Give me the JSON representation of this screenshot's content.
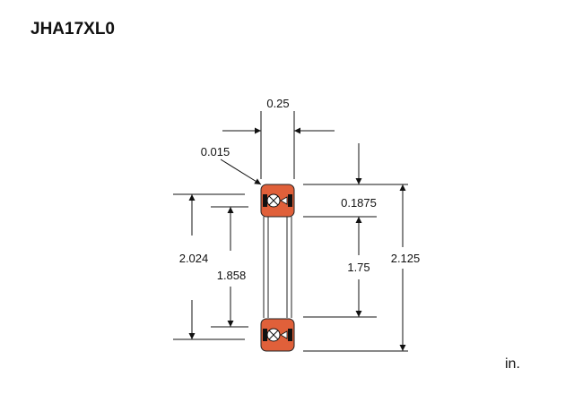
{
  "title": "JHA17XL0",
  "unit": "in.",
  "colors": {
    "ring": "#e0603a",
    "line": "#111111"
  },
  "dimensions": {
    "width": "0.25",
    "corner_radius": "0.015",
    "section_height": "0.1875",
    "bore": "1.75",
    "outer_diameter": "2.125",
    "outer_land": "2.024",
    "inner_land": "1.858"
  }
}
